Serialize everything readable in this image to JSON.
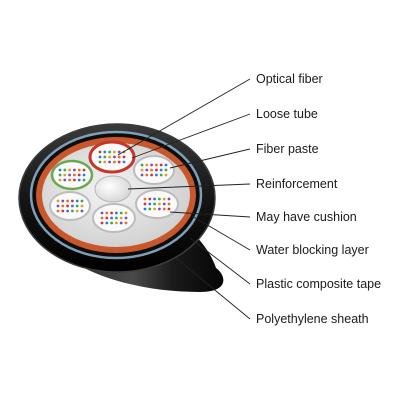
{
  "callouts": [
    {
      "label": "Optical fiber"
    },
    {
      "label": "Loose tube"
    },
    {
      "label": "Fiber paste"
    },
    {
      "label": "Reinforcement"
    },
    {
      "label": "May have cushion"
    },
    {
      "label": "Water blocking layer"
    },
    {
      "label": "Plastic composite tape"
    },
    {
      "label": "Polyethylene sheath"
    }
  ],
  "colors": {
    "sheath": "#111111",
    "sheath_rim": "#2b2b2b",
    "tape": "#8fb0c8",
    "water_blocking": "#c8582b",
    "inner_fill": "#e4e4e4",
    "tube_red": "#c6372b",
    "tube_green": "#6aa84f",
    "tube_white": "#fafafa",
    "reinforcement": "#f2f2f2",
    "leader_line": "#222222"
  },
  "fiber_colors": [
    "#d0342c",
    "#2a7be0",
    "#3ba84a",
    "#e0a020",
    "#7a4fb5",
    "#e07030"
  ]
}
